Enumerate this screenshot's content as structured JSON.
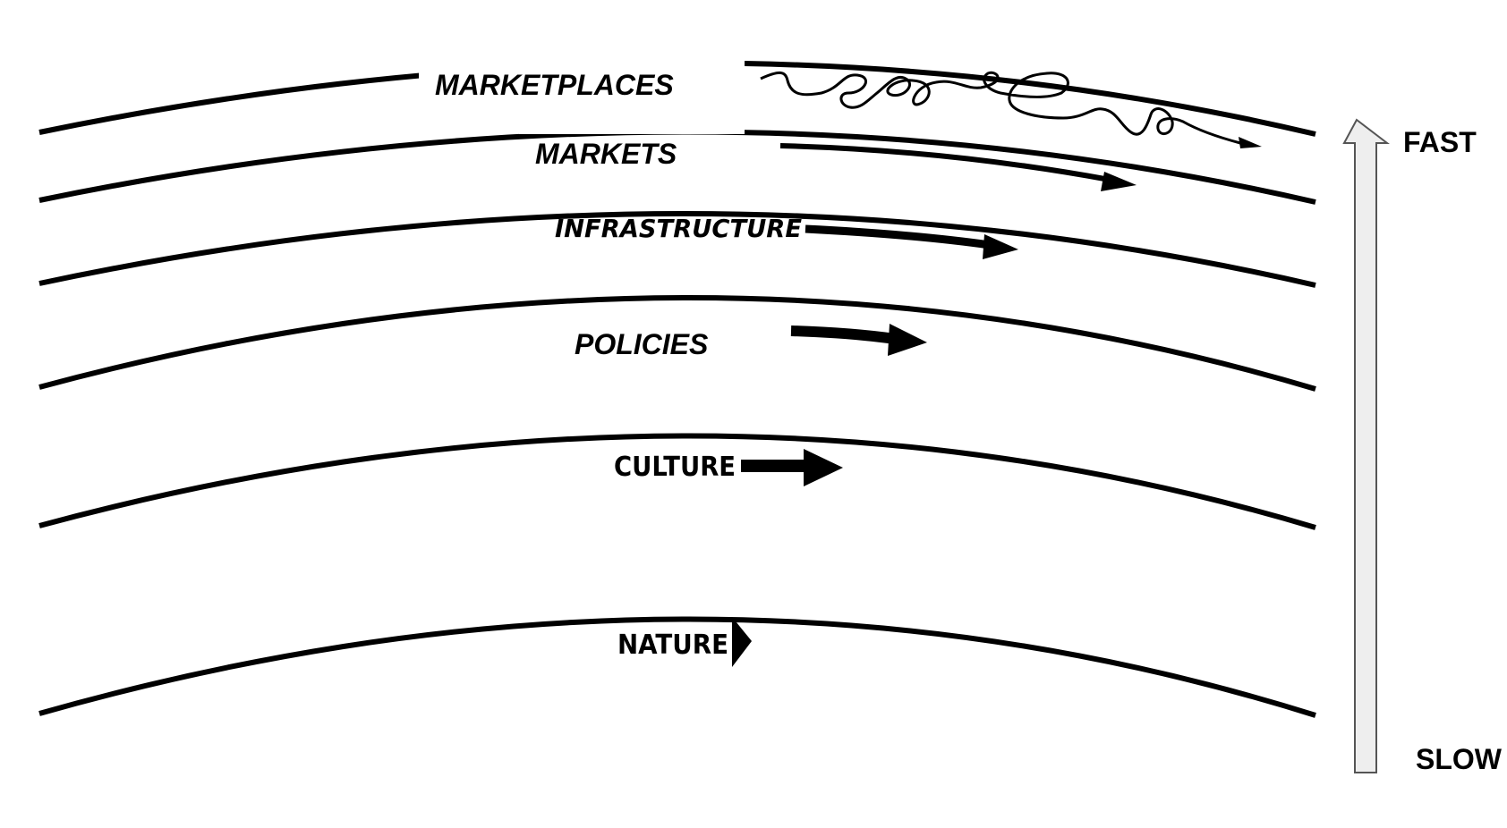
{
  "layers": [
    {
      "key": "marketplaces",
      "label": "MARKETPLACES"
    },
    {
      "key": "markets",
      "label": "MARKETS"
    },
    {
      "key": "infrastructure",
      "label": "INFRASTRUCTURE"
    },
    {
      "key": "policies",
      "label": "POLICIES"
    },
    {
      "key": "culture",
      "label": "CULTURE"
    },
    {
      "key": "nature",
      "label": "NATURE"
    }
  ],
  "speed_axis": {
    "top_label": "FAST",
    "bottom_label": "SLOW"
  },
  "colors": {
    "line": "#000000",
    "axis_fill": "#eeeeee",
    "axis_stroke": "#555555"
  }
}
